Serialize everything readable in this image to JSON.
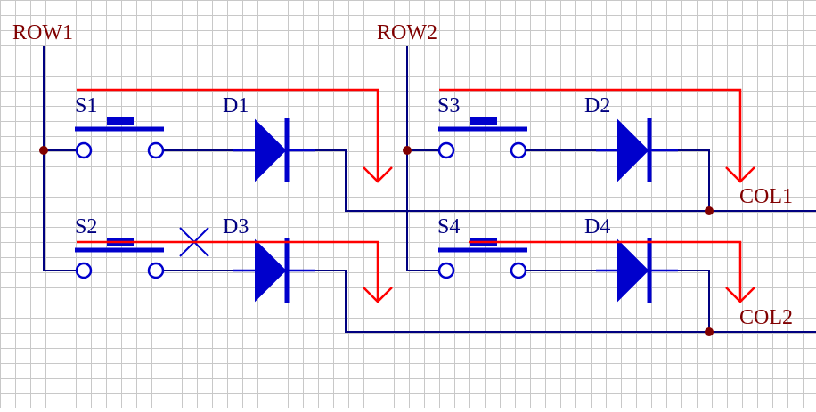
{
  "colors": {
    "background": "#ffffff",
    "grid": "#c8c8c8",
    "wire": "#000080",
    "label": "#800000",
    "component": "#0000cc",
    "junction": "#800000",
    "arrow": "#ff0000"
  },
  "nets": {
    "row1": "ROW1",
    "row2": "ROW2",
    "col1": "COL1",
    "col2": "COL2"
  },
  "switches": {
    "s1": "S1",
    "s2": "S2",
    "s3": "S3",
    "s4": "S4"
  },
  "diodes": {
    "d1": "D1",
    "d2": "D2",
    "d3": "D3",
    "d4": "D4"
  }
}
